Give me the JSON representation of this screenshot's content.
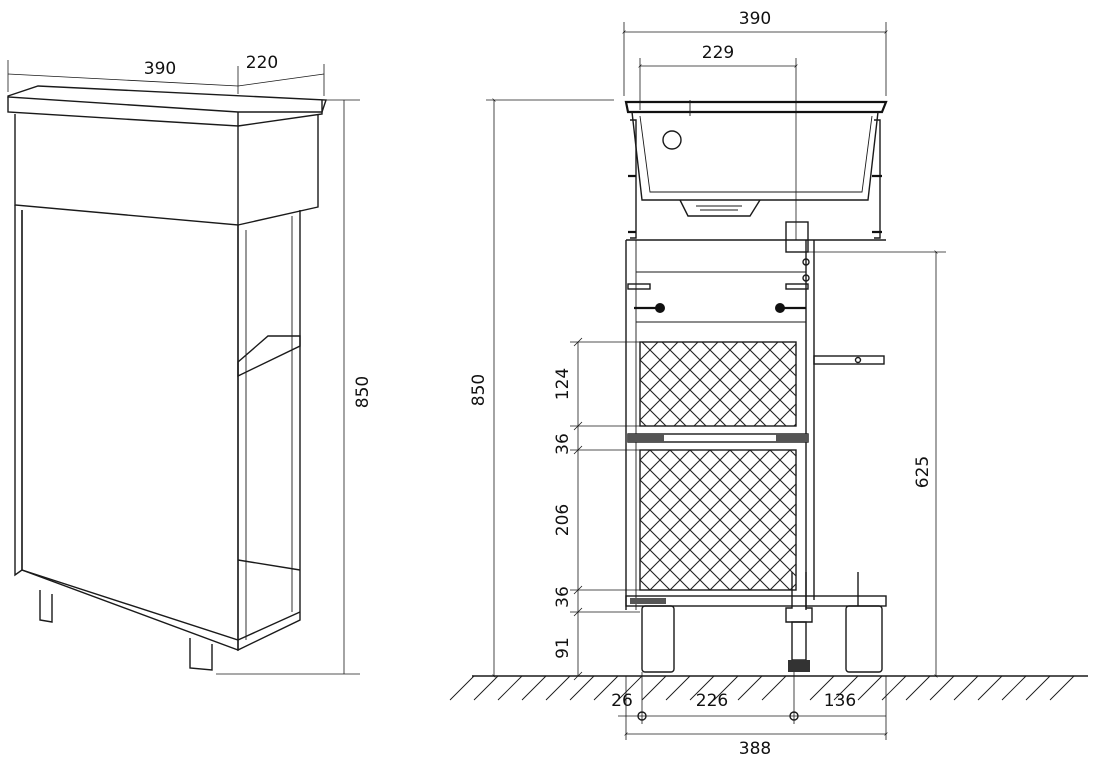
{
  "iso_view": {
    "width": "390",
    "depth": "220",
    "height": "850"
  },
  "front_view": {
    "overall_width_top": "390",
    "basin_drain_offset": "229",
    "total_height": "850",
    "outlet_height": "625",
    "basket_upper_height": "124",
    "rail_upper": "36",
    "basket_lower_height": "206",
    "rail_lower": "36",
    "leg_height": "91",
    "base_left_offset": "26",
    "base_center_span": "226",
    "base_right_span": "136",
    "overall_width_bottom": "388"
  },
  "colors": {
    "line": "#1a1a1a",
    "background": "#ffffff"
  }
}
